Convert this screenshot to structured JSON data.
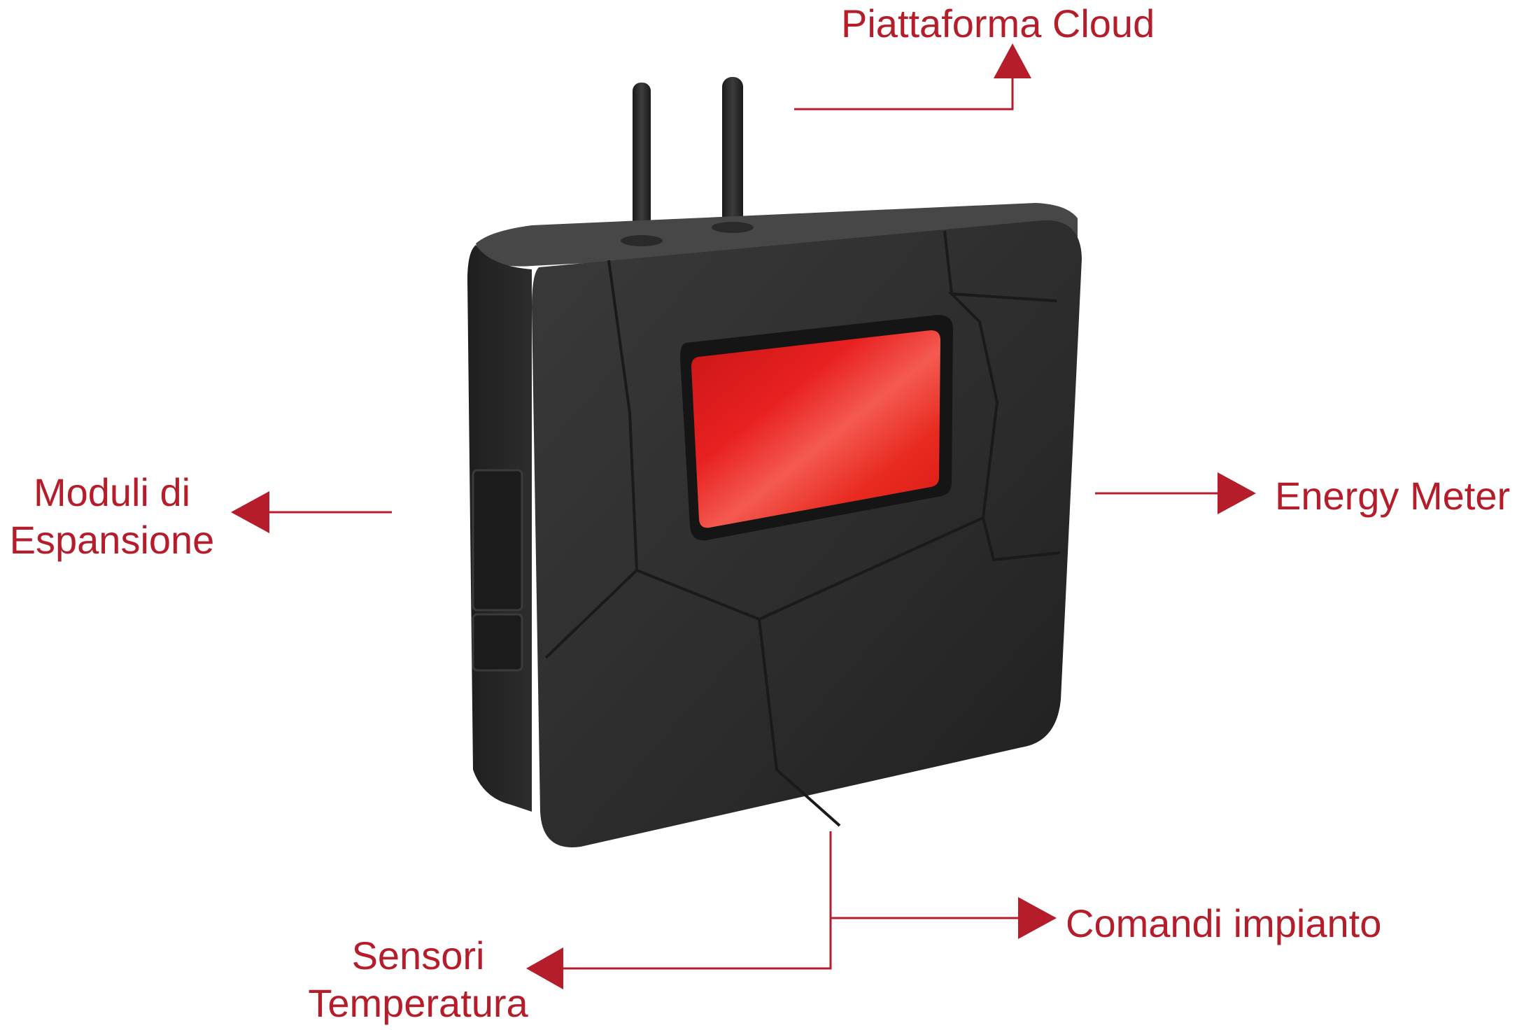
{
  "labels": {
    "cloud": "Piattaforma Cloud",
    "moduli_line1": "Moduli di",
    "moduli_line2": "Espansione",
    "energy": "Energy Meter",
    "comandi": "Comandi impianto",
    "sensori_line1": "Sensori",
    "sensori_line2": "Temperatura"
  },
  "colors": {
    "accent": "#b51d2b",
    "device_body": "#2e2e2e",
    "display": "#e31b1b"
  },
  "device": {
    "name": "gateway-device",
    "antenna_count": 2
  }
}
